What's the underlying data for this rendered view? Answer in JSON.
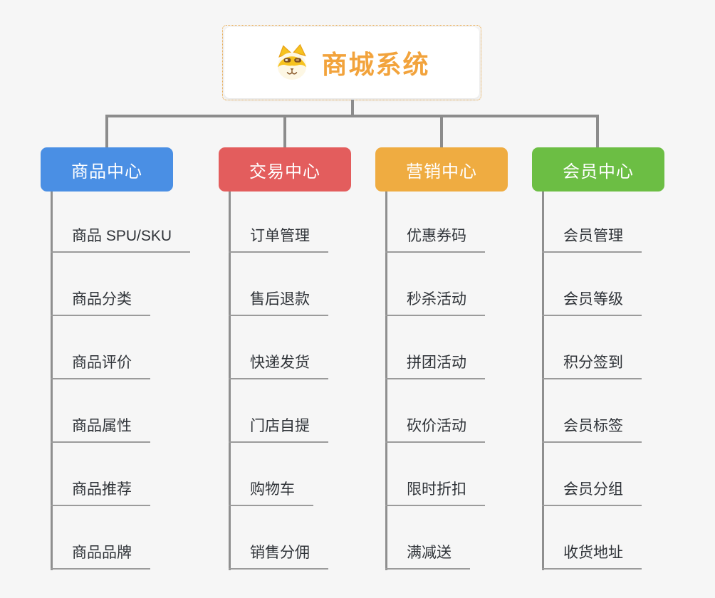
{
  "root": {
    "title": "商城系统",
    "title_color": "#F2A33C",
    "border_color": "#E9A33D",
    "icon": "doge-dog-icon"
  },
  "branches": [
    {
      "label": "商品中心",
      "color": "#4A8FE4",
      "items": [
        "商品 SPU/SKU",
        "商品分类",
        "商品评价",
        "商品属性",
        "商品推荐",
        "商品品牌"
      ]
    },
    {
      "label": "交易中心",
      "color": "#E35D5D",
      "items": [
        "订单管理",
        "售后退款",
        "快递发货",
        "门店自提",
        "购物车",
        "销售分佣"
      ]
    },
    {
      "label": "营销中心",
      "color": "#EFAC41",
      "items": [
        "优惠券码",
        "秒杀活动",
        "拼团活动",
        "砍价活动",
        "限时折扣",
        "满减送"
      ]
    },
    {
      "label": "会员中心",
      "color": "#6CBE44",
      "items": [
        "会员管理",
        "会员等级",
        "积分签到",
        "会员标签",
        "会员分组",
        "收货地址"
      ]
    }
  ],
  "colors": {
    "background": "#F6F6F6",
    "connector": "#8C8C8C",
    "underline": "#9B9B9B",
    "item_text": "#2F3338"
  }
}
